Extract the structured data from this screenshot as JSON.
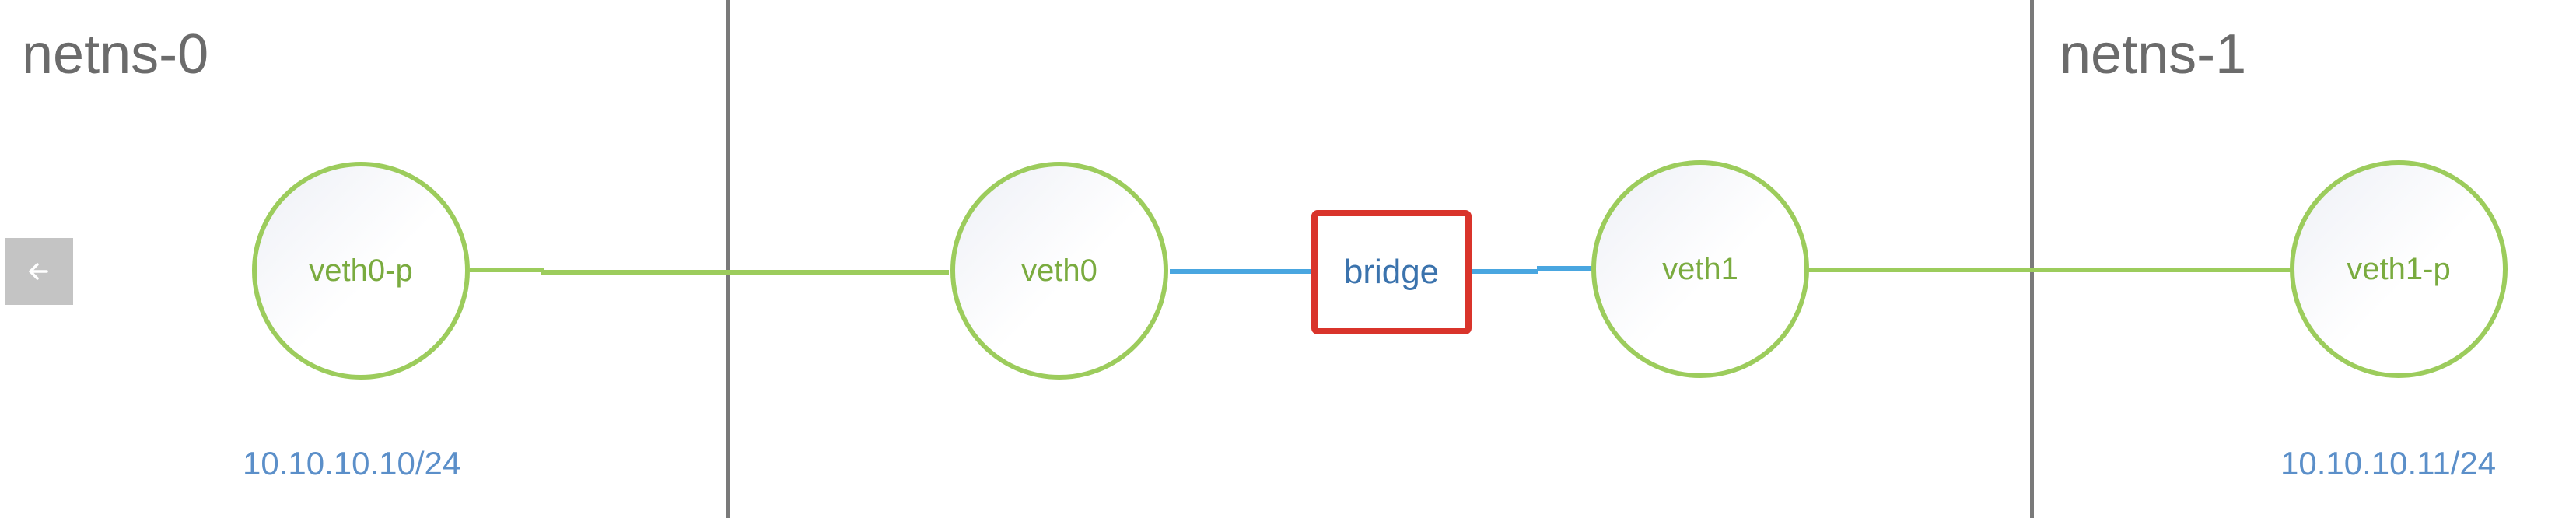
{
  "namespaces": {
    "left": {
      "title": "netns-0",
      "ip": "10.10.10.10/24"
    },
    "right": {
      "title": "netns-1",
      "ip": "10.10.10.11/24"
    }
  },
  "nodes": {
    "veth0_p": "veth0-p",
    "veth0": "veth0",
    "veth1": "veth1",
    "veth1_p": "veth1-p"
  },
  "bridge": {
    "label": "bridge"
  },
  "nav": {
    "icon": "arrow-left-icon"
  },
  "colors": {
    "link_green": "#9ccc5c",
    "link_blue": "#49a6e0",
    "bridge_border": "#d9342b",
    "ip_text": "#5b8fc9",
    "title_text": "#6b6b6b"
  }
}
